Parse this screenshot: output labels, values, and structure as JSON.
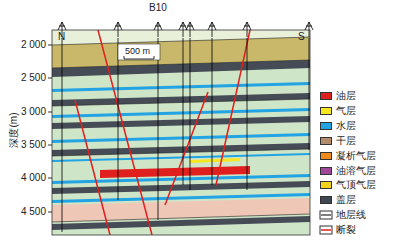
{
  "diagram": {
    "labels": [
      "B10",
      "N",
      "S",
      "500 m",
      "2 000",
      "2 500",
      "3 000",
      "3 500",
      "4 000",
      "4 500",
      "深度(m)"
    ],
    "legend": [
      {
        "text": "油层",
        "color": "#e01f1f"
      },
      {
        "text": "气层",
        "color": "#f7e620"
      },
      {
        "text": "水层",
        "color": "#22a3e3"
      },
      {
        "text": "干层",
        "color": "#b58c6b"
      },
      {
        "text": "凝析气层",
        "color": "#f08a1c"
      },
      {
        "text": "油溶气层",
        "color": "#a0479a"
      },
      {
        "text": "气顶气层",
        "color": "#f2d21a"
      },
      {
        "text": "盖层",
        "color": "#3f4752"
      },
      {
        "text": "地层线"
      },
      {
        "text": "断裂"
      }
    ]
  }
}
